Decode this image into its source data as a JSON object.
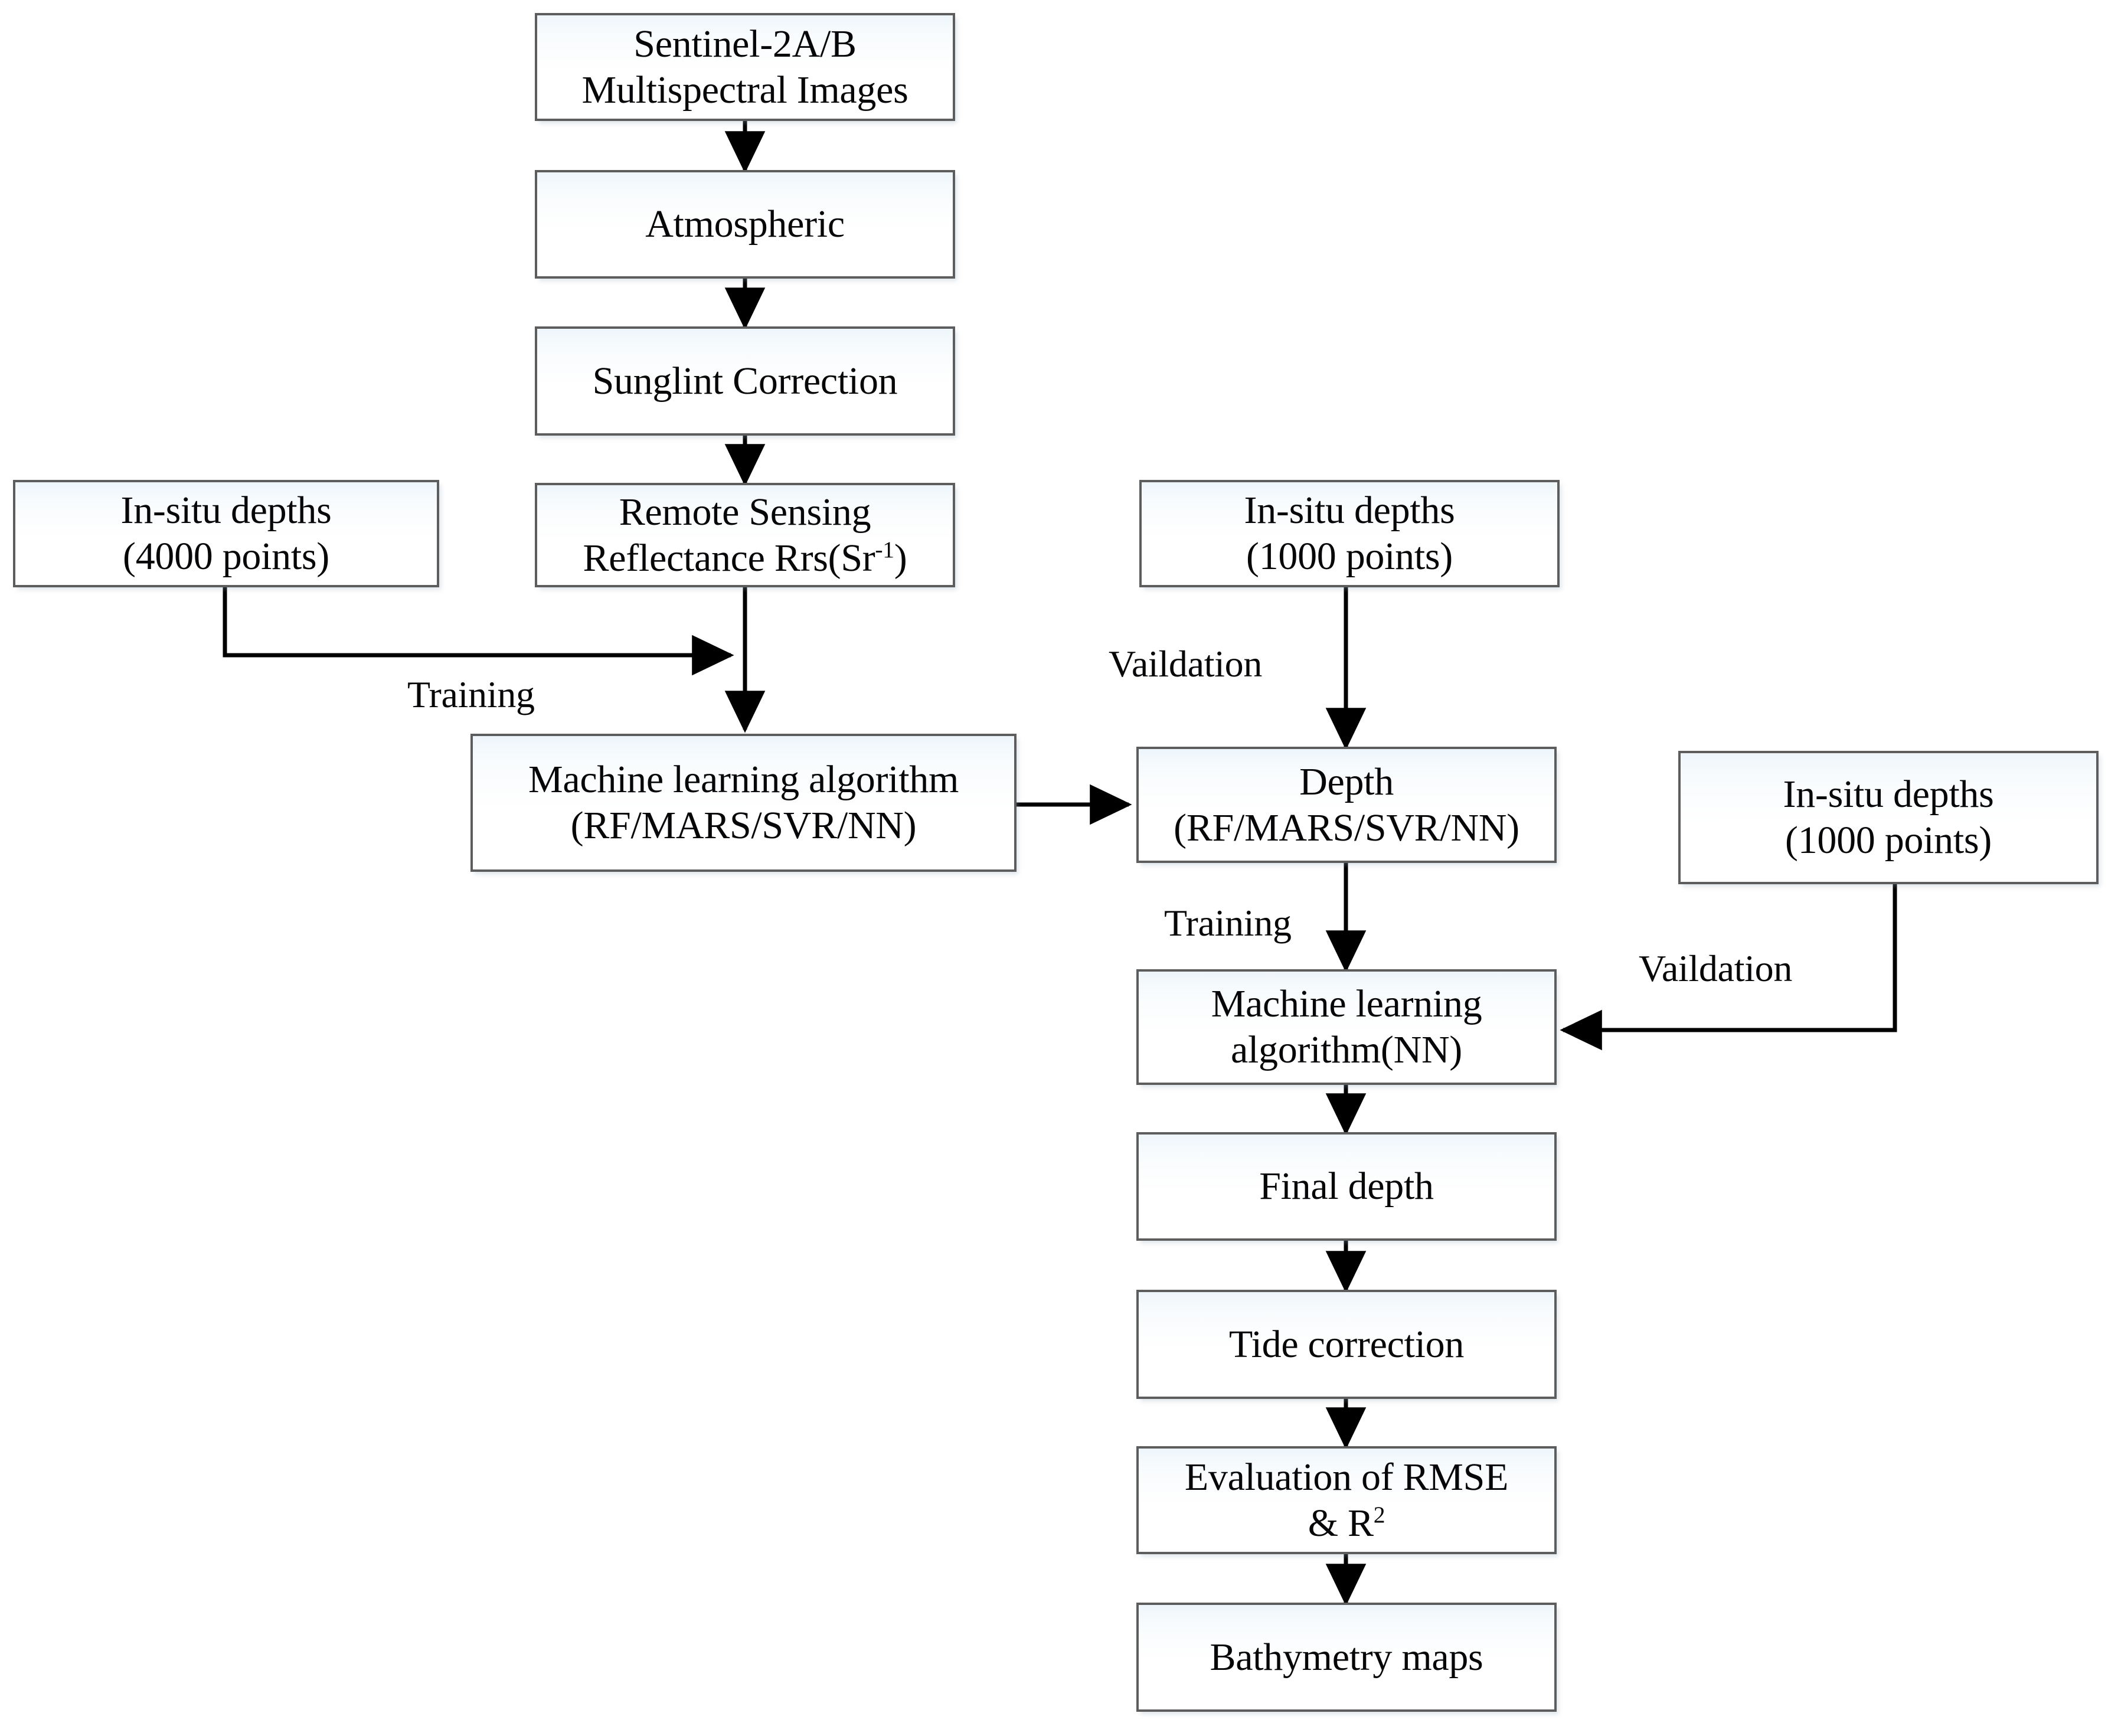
{
  "figure": {
    "type": "flowchart",
    "orientation": "top-to-bottom",
    "background_color": "#ffffff",
    "node_fill_color": "#fbfdfe",
    "node_border_color": "#5d5d5d",
    "connector_color": "#000000",
    "text_color": "#07070a"
  },
  "nodes": {
    "sentinel": {
      "line1": "Sentinel-2A/B",
      "line2": "Multispectral Images"
    },
    "atmospheric": {
      "line1": "Atmospheric"
    },
    "sunglint": {
      "line1": "Sunglint Correction"
    },
    "rrs": {
      "line1": "Remote Sensing",
      "line2_pre": "Reflectance Rrs(Sr",
      "line2_sup": "-1",
      "line2_post": ")"
    },
    "insitu_4000": {
      "line1": "In-situ depths",
      "line2": "(4000 points)"
    },
    "insitu_1000_top": {
      "line1": "In-situ depths",
      "line2": "(1000 points)"
    },
    "insitu_1000_right": {
      "line1": "In-situ depths",
      "line2": "(1000 points)"
    },
    "ml_algorithm": {
      "line1": "Machine learning algorithm",
      "line2": "(RF/MARS/SVR/NN)"
    },
    "depth": {
      "line1": "Depth",
      "line2": "(RF/MARS/SVR/NN)"
    },
    "ml_nn": {
      "line1": "Machine learning",
      "line2": "algorithm(NN)"
    },
    "final_depth": {
      "line1": "Final depth"
    },
    "tide_correction": {
      "line1": "Tide correction"
    },
    "evaluation": {
      "line1": "Evaluation of RMSE",
      "line2_pre": "& R",
      "line2_sup": "2"
    },
    "bathymetry": {
      "line1": "Bathymetry maps"
    }
  },
  "edge_labels": {
    "training_left": "Training",
    "vaildation_top": "Vaildation",
    "training_mid": "Training",
    "vaildation_right": "Vaildation"
  }
}
